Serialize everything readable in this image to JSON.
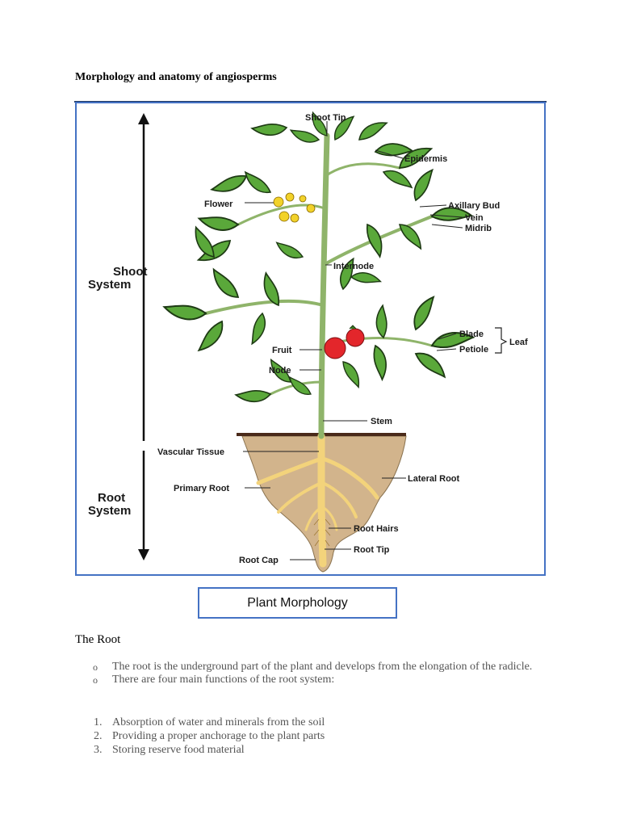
{
  "document": {
    "title": "Morphology and anatomy of angiosperms"
  },
  "figure": {
    "shoot_system_label": [
      "Shoot",
      "System"
    ],
    "root_system_label": [
      "Root",
      "System"
    ],
    "labels": {
      "shoot_tip": "Shoot Tip",
      "epidermis": "Epidermis",
      "flower": "Flower",
      "axillary_bud": "Axillary Bud",
      "vein": "Vein",
      "midrib": "Midrib",
      "internode": "Internode",
      "blade": "Blade",
      "leaf": "Leaf",
      "petiole": "Petiole",
      "fruit": "Fruit",
      "node": "Node",
      "stem": "Stem",
      "vascular_tissue": "Vascular Tissue",
      "lateral_root": "Lateral Root",
      "primary_root": "Primary Root",
      "root_hairs": "Root Hairs",
      "root_tip": "Root Tip",
      "root_cap": "Root Cap"
    },
    "colors": {
      "leaf": "#5aa83a",
      "leaf_outline": "#1e3a14",
      "stem": "#8fb46a",
      "soil": "#d2b48c",
      "root": "#f3d37b",
      "fruit": "#e3262b",
      "flower": "#f2d22a"
    }
  },
  "caption": "Plant Morphology",
  "section": {
    "heading": "The  Root",
    "bullet_marker": "o",
    "bullets": [
      "The root is the underground part of the plant and develops from the elongation of the radicle.",
      "There are four main functions of the root system:"
    ],
    "numbered": [
      {
        "num": "1.",
        "text": "Absorption of water and minerals from the soil"
      },
      {
        "num": "2.",
        "text": "Providing a proper anchorage to the plant parts"
      },
      {
        "num": "3.",
        "text": "Storing reserve food material"
      }
    ]
  }
}
